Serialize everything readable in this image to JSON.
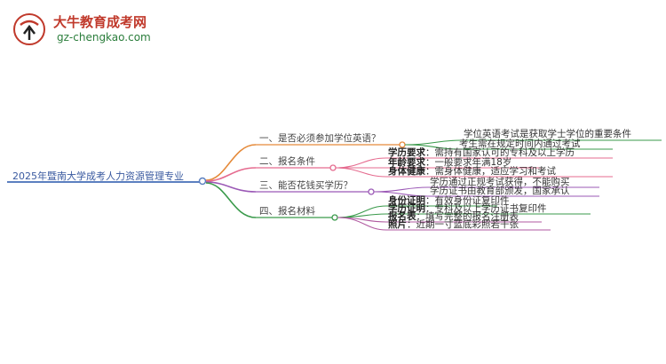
{
  "logo": {
    "title": "大牛教育成考网",
    "url": "gz-chengkao.com"
  },
  "root": "2025年暨南大学成考人力资源管理专业",
  "branches": [
    {
      "label": "一、是否必须参加学位英语？",
      "items": [
        {
          "key": "",
          "text": "学位英语考试是获取学士学位的重要条件"
        },
        {
          "key": "",
          "text": "考生需在规定时间内通过考试"
        }
      ]
    },
    {
      "label": "二、报名条件",
      "items": [
        {
          "key": "学历要求",
          "text": "：需持有国家认可的专科及以上学历"
        },
        {
          "key": "年龄要求",
          "text": "：一般要求年满18岁"
        },
        {
          "key": "身体健康",
          "text": "：需身体健康，适应学习和考试"
        }
      ]
    },
    {
      "label": "三、能否花钱买学历？",
      "items": [
        {
          "key": "",
          "text": "学历通过正规考试获得，不能购买"
        },
        {
          "key": "",
          "text": "学历证书由教育部颁发，国家承认"
        }
      ]
    },
    {
      "label": "四、报名材料",
      "items": [
        {
          "key": "身份证明",
          "text": "：有效身份证复印件"
        },
        {
          "key": "学历证明",
          "text": "：专科及以上学历证书复印件"
        },
        {
          "key": "报名表",
          "text": "：填写完整的报名注册表"
        },
        {
          "key": "照片",
          "text": "：近期一寸蓝底彩照若干张"
        }
      ]
    }
  ]
}
